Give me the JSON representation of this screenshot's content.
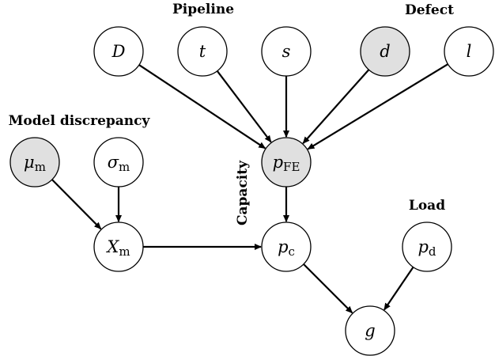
{
  "colors": {
    "observed_fill": "#e0e0e0",
    "latent_fill": "#ffffff",
    "stroke": "#000000"
  },
  "group_labels": {
    "pipeline": "Pipeline",
    "defect": "Defect",
    "model_discrepancy": "Model discrepancy",
    "capacity": "Capacity",
    "load": "Load"
  },
  "nodes": [
    {
      "id": "D",
      "symbol": "D",
      "sub": "",
      "observed": false
    },
    {
      "id": "t",
      "symbol": "t",
      "sub": "",
      "observed": false
    },
    {
      "id": "s",
      "symbol": "s",
      "sub": "",
      "observed": false
    },
    {
      "id": "d",
      "symbol": "d",
      "sub": "",
      "observed": true
    },
    {
      "id": "l",
      "symbol": "l",
      "sub": "",
      "observed": false
    },
    {
      "id": "mu_m",
      "symbol": "μ",
      "sub": "m",
      "observed": true
    },
    {
      "id": "sigma_m",
      "symbol": "σ",
      "sub": "m",
      "observed": false
    },
    {
      "id": "p_FE",
      "symbol": "p",
      "sub": "FE",
      "observed": true
    },
    {
      "id": "X_m",
      "symbol": "X",
      "sub": "m",
      "observed": false
    },
    {
      "id": "p_c",
      "symbol": "p",
      "sub": "c",
      "observed": false
    },
    {
      "id": "p_d",
      "symbol": "p",
      "sub": "d",
      "observed": false
    },
    {
      "id": "g",
      "symbol": "g",
      "sub": "",
      "observed": false
    }
  ],
  "edges": [
    {
      "from": "D",
      "to": "p_FE"
    },
    {
      "from": "t",
      "to": "p_FE"
    },
    {
      "from": "s",
      "to": "p_FE"
    },
    {
      "from": "d",
      "to": "p_FE"
    },
    {
      "from": "l",
      "to": "p_FE"
    },
    {
      "from": "mu_m",
      "to": "X_m"
    },
    {
      "from": "sigma_m",
      "to": "X_m"
    },
    {
      "from": "X_m",
      "to": "p_c"
    },
    {
      "from": "p_FE",
      "to": "p_c"
    },
    {
      "from": "p_c",
      "to": "g"
    },
    {
      "from": "p_d",
      "to": "g"
    }
  ]
}
